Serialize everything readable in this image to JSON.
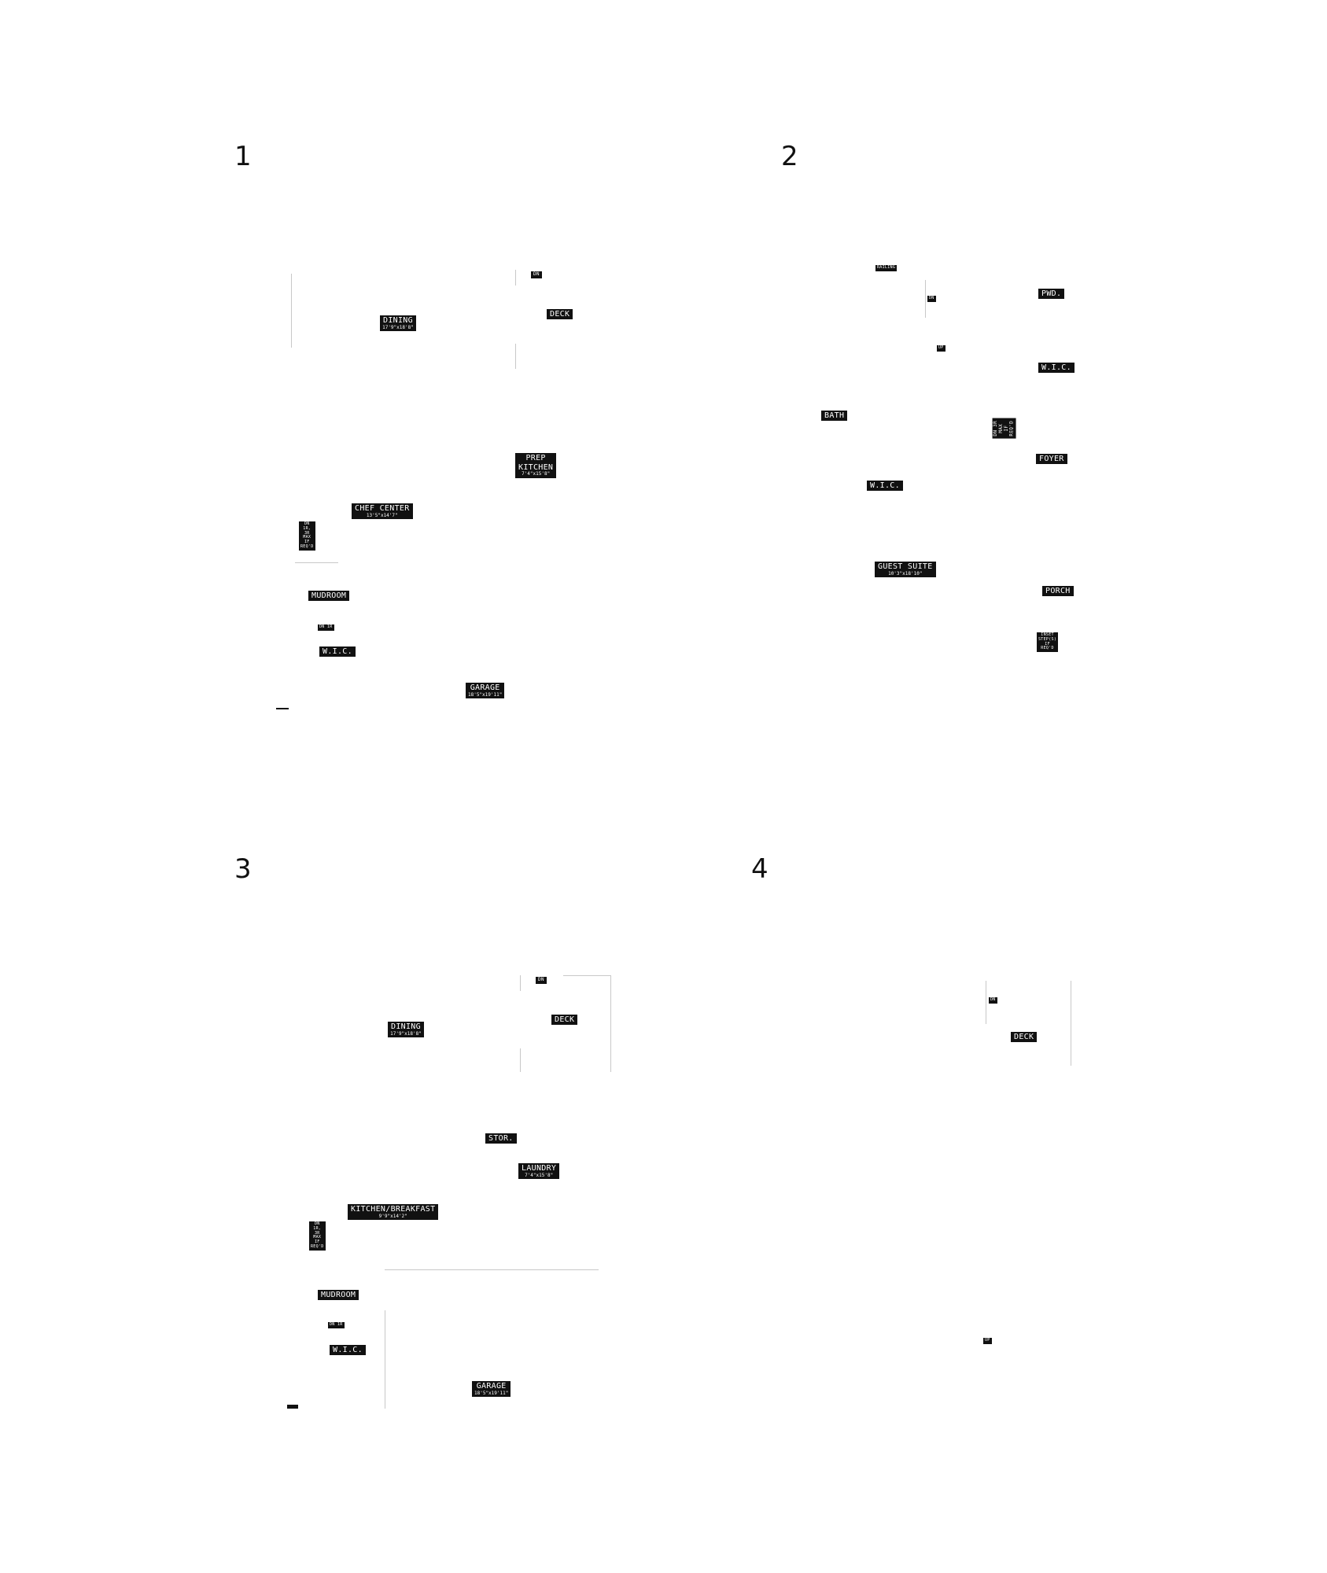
{
  "plans": [
    {
      "number": "1",
      "labels": {
        "dn_top": "DN",
        "deck": "DECK",
        "dining": "DINING",
        "dining_dim": "17'9\"x18'8\"",
        "prep_kitchen": "PREP\nKITCHEN",
        "prep_kitchen_dim": "7'4\"x15'8\"",
        "chef_center": "CHEF CENTER",
        "chef_center_dim": "13'5\"x14'7\"",
        "dn_1r": "DN 1R,\n3R MAX\nIF REQ'D",
        "mudroom": "MUDROOM",
        "dn_1r_small": "DN 1R",
        "wic": "W.I.C.",
        "garage": "GARAGE",
        "garage_dim": "18'5\"x19'11\""
      }
    },
    {
      "number": "2",
      "labels": {
        "railing": "RAILING",
        "dn": "DN",
        "pwd": "PWD.",
        "up": "UP",
        "wic_top": "W.I.C.",
        "bath": "BATH",
        "dn_vertical": "DN 3R MAX\nIF REQ'D",
        "foyer": "FOYER",
        "wic": "W.I.C.",
        "guest_suite": "GUEST SUITE",
        "guest_suite_dim": "10'3\"x18'10\"",
        "porch": "PORCH",
        "inset_steps": "INSET\nSTEP(S)\nIF REQ'D"
      }
    },
    {
      "number": "3",
      "labels": {
        "dn_top": "DN",
        "deck": "DECK",
        "dining": "DINING",
        "dining_dim": "17'9\"x18'8\"",
        "stor": "STOR.",
        "laundry": "LAUNDRY",
        "laundry_dim": "7'4\"x15'8\"",
        "kitchen_breakfast": "KITCHEN/BREAKFAST",
        "kitchen_breakfast_dim": "9'9\"x14'2\"",
        "dn_1r": "DN 1R,\n3R MAX\nIF REQ'D",
        "mudroom": "MUDROOM",
        "dn_1r_small": "DN 1R",
        "wic": "W.I.C.",
        "garage": "GARAGE",
        "garage_dim": "18'5\"x19'11\""
      }
    },
    {
      "number": "4",
      "labels": {
        "dn": "DN",
        "deck": "DECK",
        "up": "UP"
      }
    }
  ]
}
